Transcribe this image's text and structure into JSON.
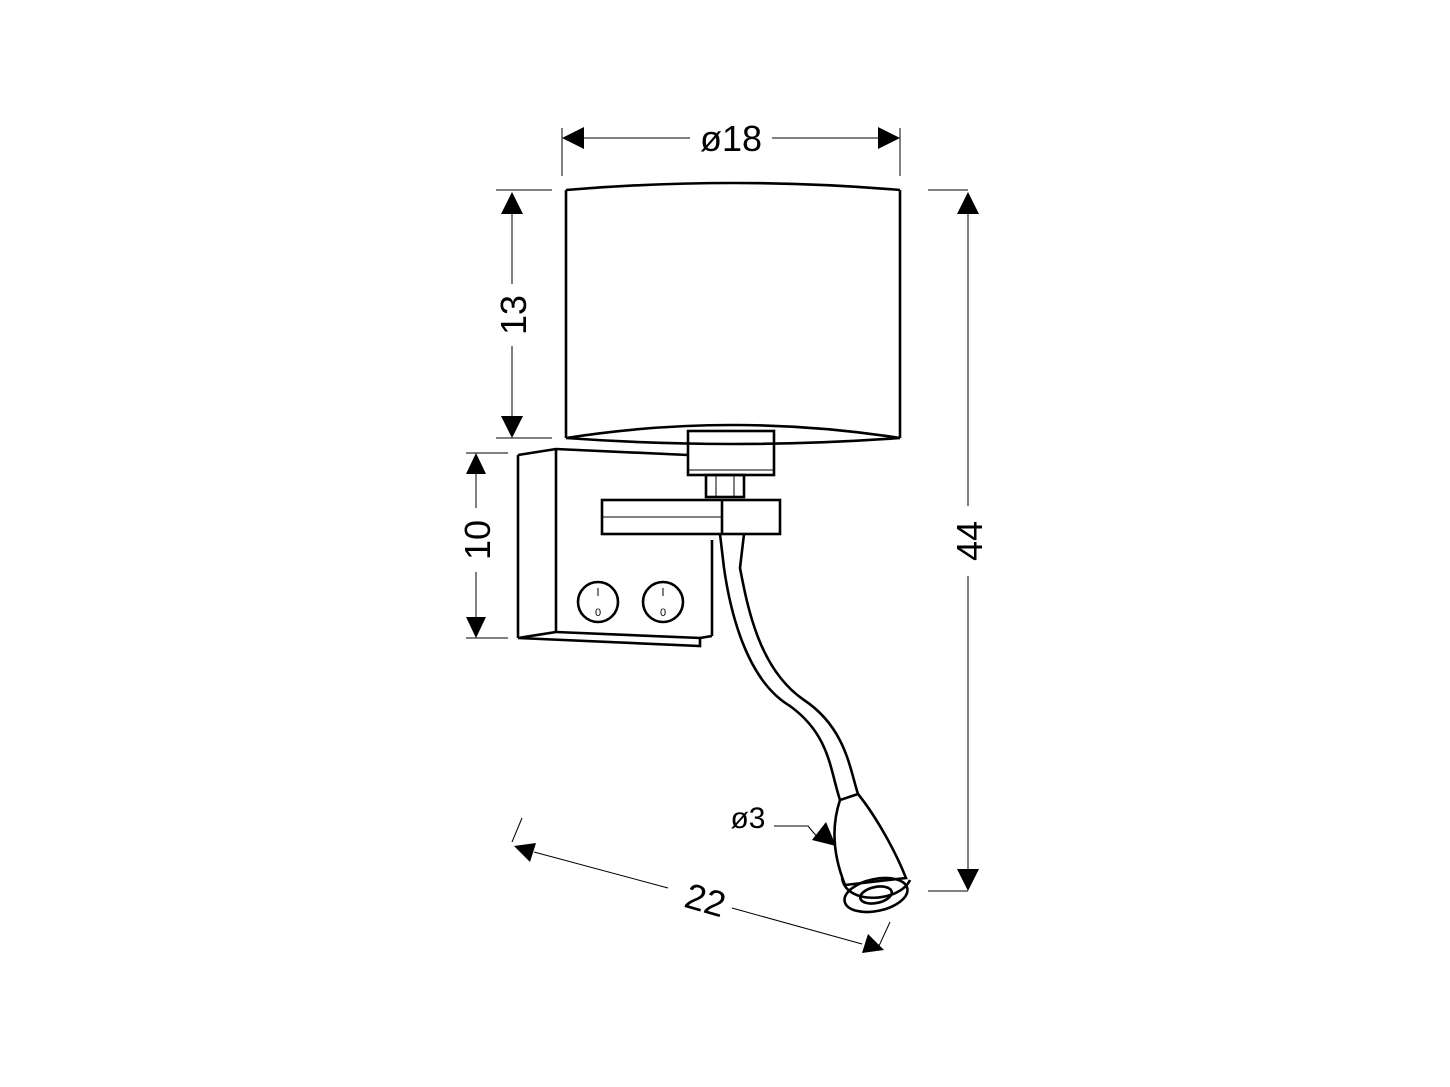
{
  "dimensions": {
    "shade_diameter": "ø18",
    "shade_height": "13",
    "base_height": "10",
    "total_height": "44",
    "reading_head_diameter": "ø3",
    "projection": "22"
  },
  "switches": {
    "on_mark": "I",
    "off_mark": "0"
  },
  "colors": {
    "line": "#000000",
    "background": "#ffffff"
  }
}
